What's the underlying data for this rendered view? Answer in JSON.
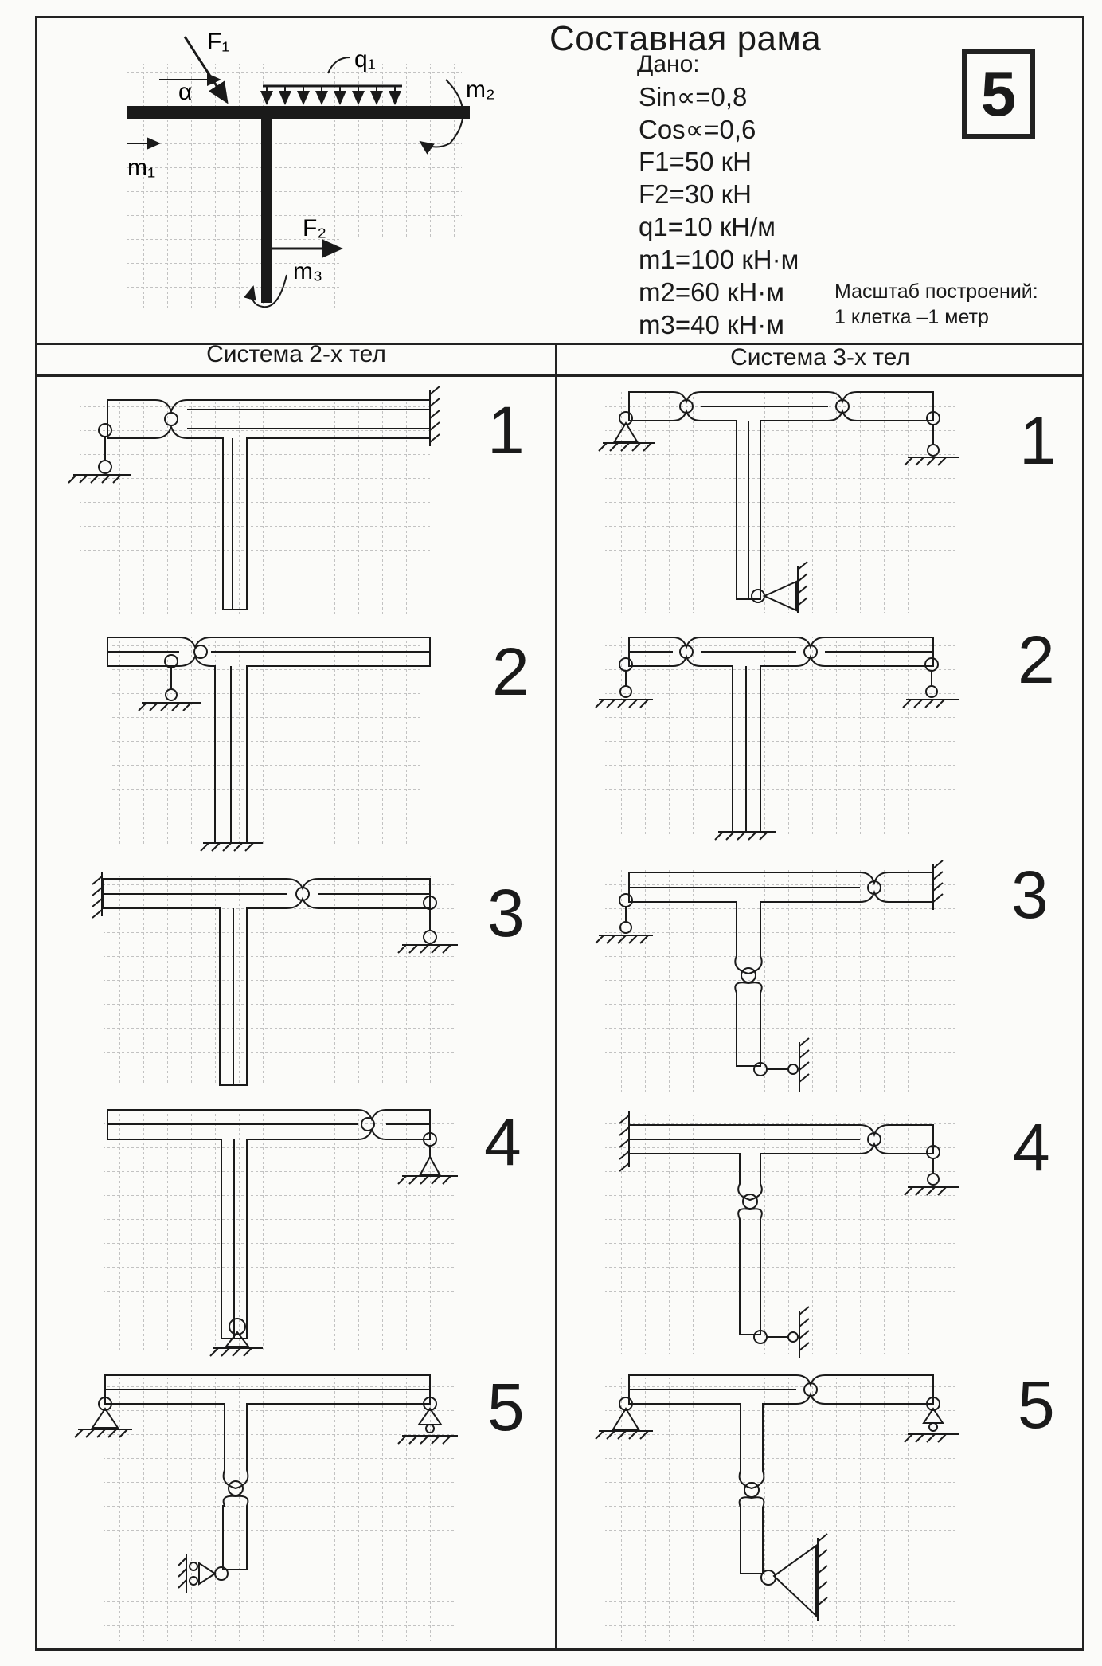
{
  "header": {
    "title": "Составная рама",
    "variant_number": "5"
  },
  "given": {
    "label": "Дано:",
    "items": [
      "Sin∝=0,8",
      "Cos∝=0,6",
      "F1=50 кН",
      "F2=30 кН",
      "q1=10 кН/м",
      "m1=100 кН·м",
      "m2=60 кН·м",
      "m3=40 кН·м"
    ]
  },
  "scale": {
    "line1": "Масштаб построений:",
    "line2": "1 клетка –1 метр"
  },
  "main_figure": {
    "labels": {
      "F1": "F₁",
      "q1": "q₁",
      "m2": "m₂",
      "m1": "m₁",
      "F2": "F₂",
      "m3": "m₃",
      "alpha": "α"
    }
  },
  "sections": {
    "two_body": "Система 2-х тел",
    "three_body": "Система 3-х тел"
  },
  "schemes": {
    "two_body": [
      "1",
      "2",
      "3",
      "4",
      "5"
    ],
    "three_body": [
      "1",
      "2",
      "3",
      "4",
      "5"
    ]
  },
  "colors": {
    "ink": "#1a1a1a",
    "grid": "#8a8a8a",
    "paper": "#fbfbf9"
  }
}
